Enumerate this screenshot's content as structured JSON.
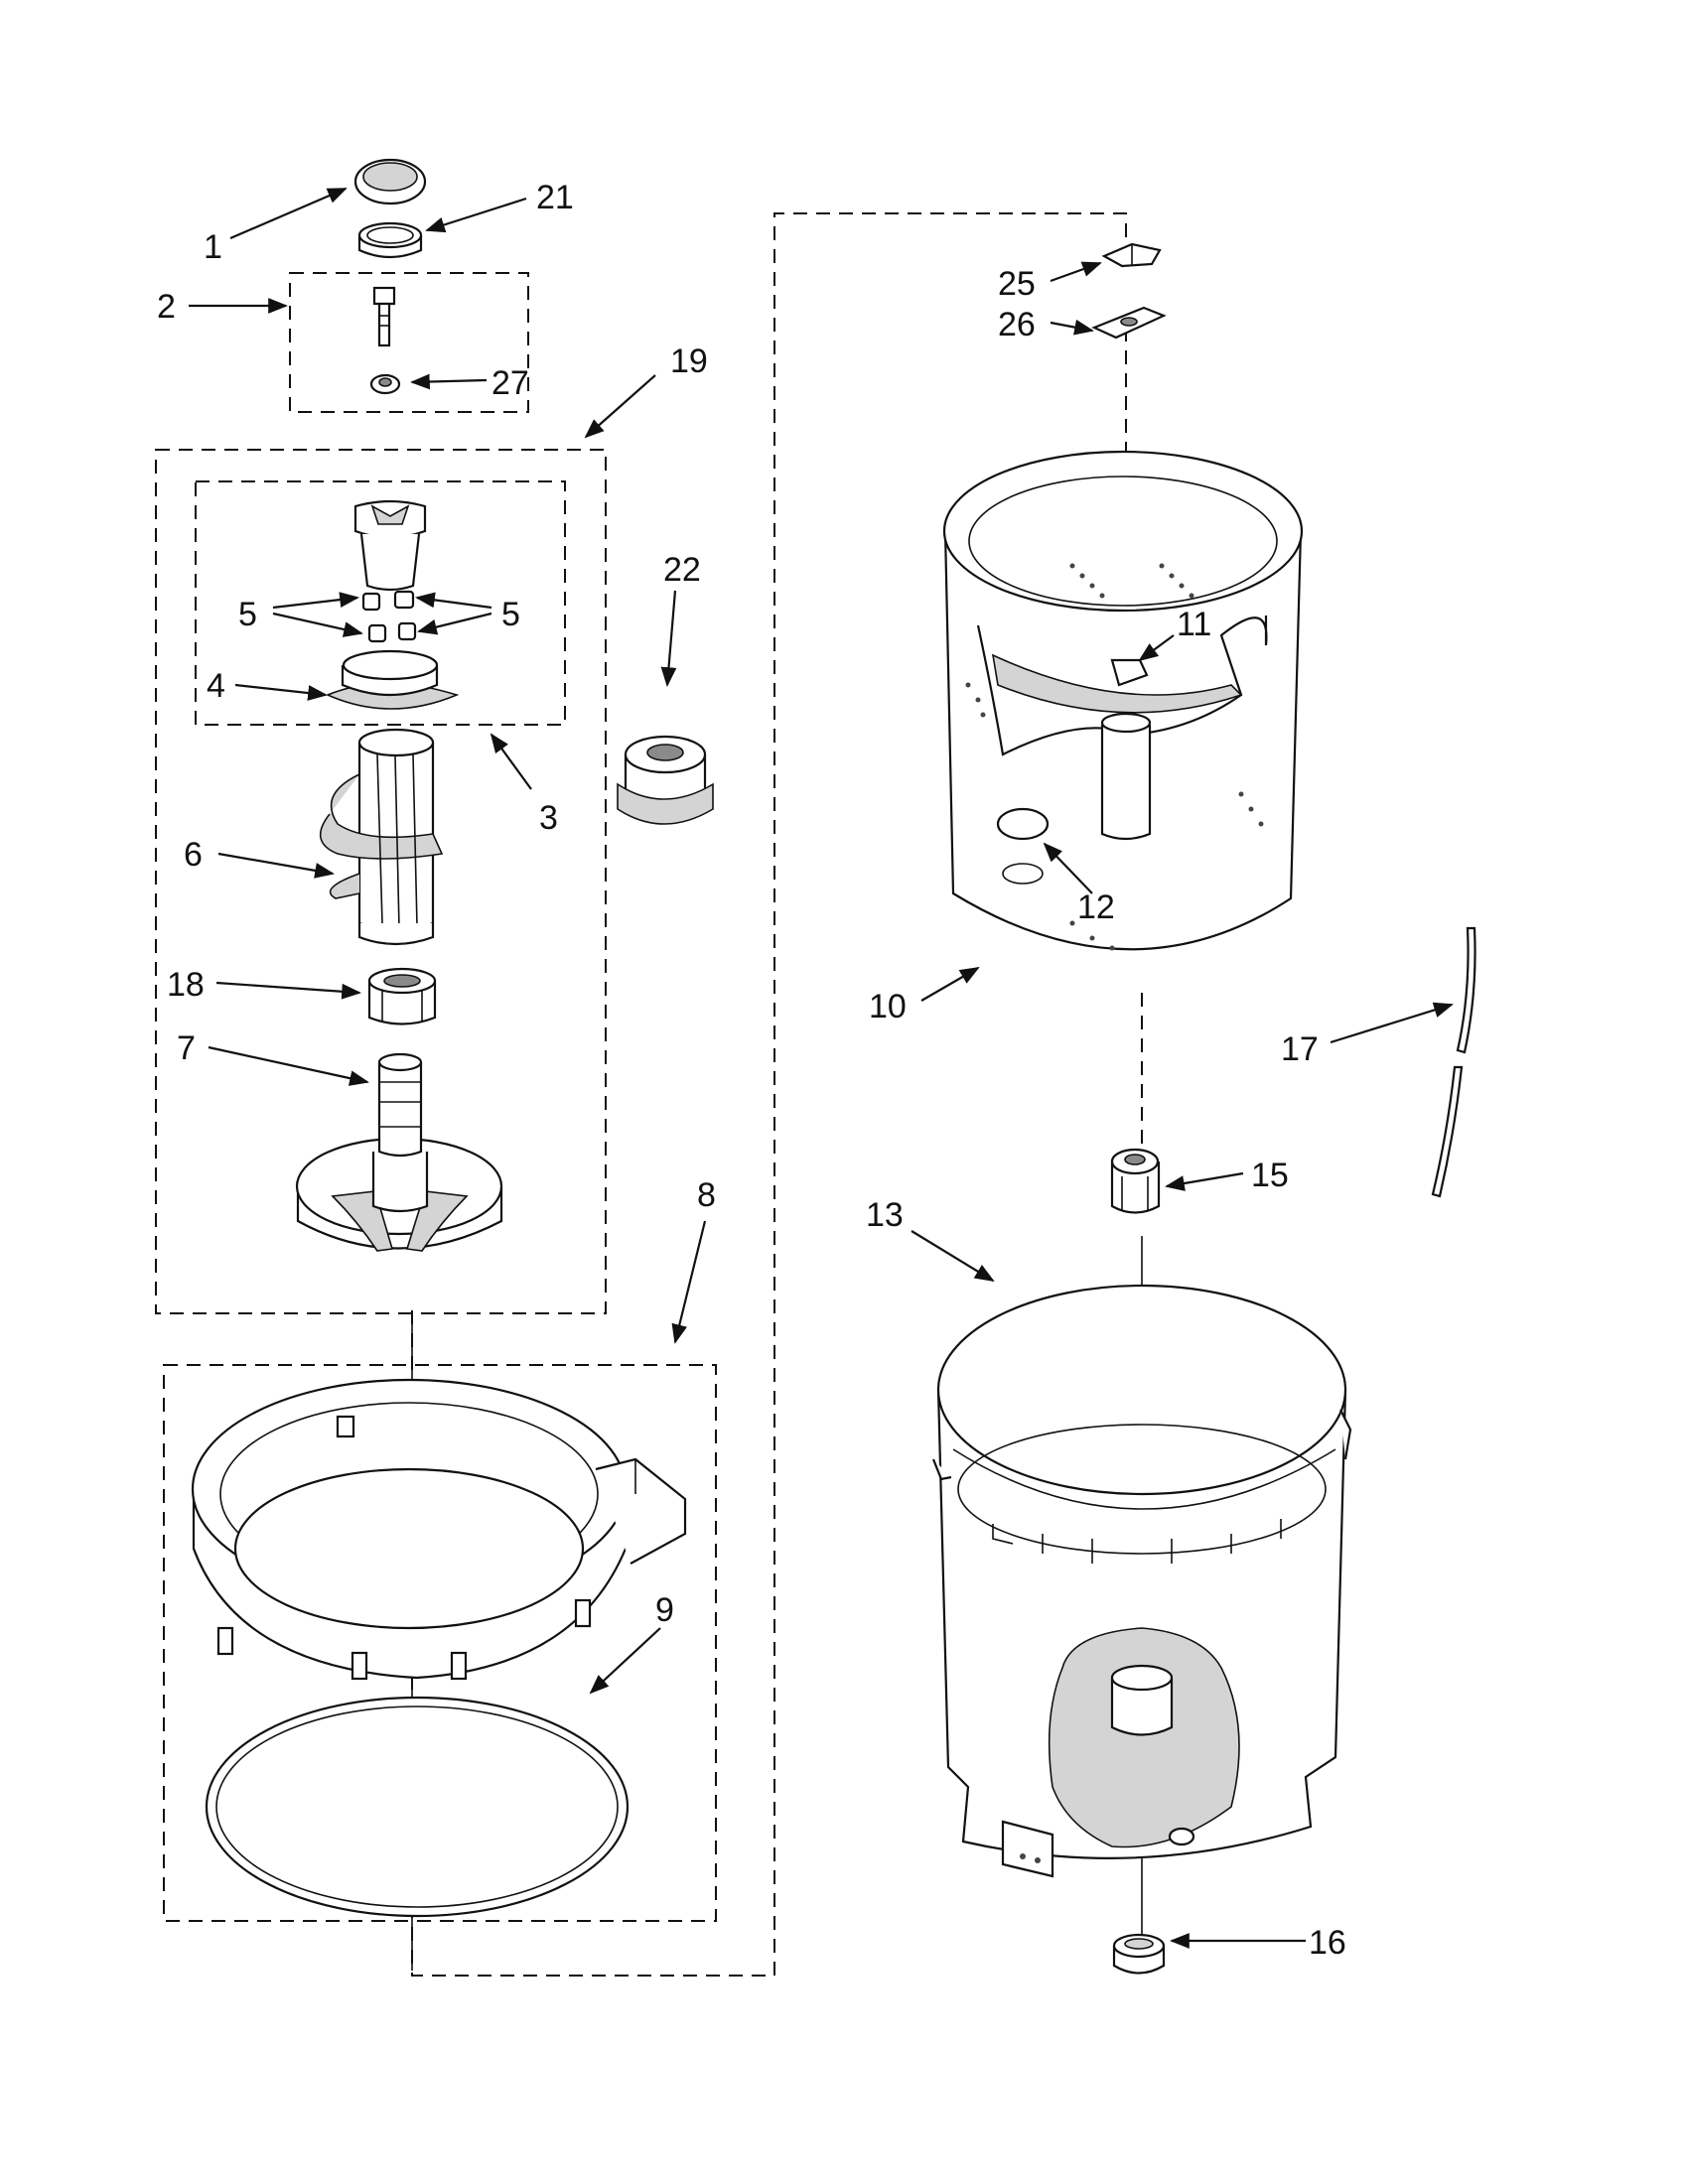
{
  "callouts": {
    "c1": "1",
    "c2": "2",
    "c3": "3",
    "c4": "4",
    "c5a": "5",
    "c5b": "5",
    "c6": "6",
    "c7": "7",
    "c8": "8",
    "c9": "9",
    "c10": "10",
    "c11": "11",
    "c12": "12",
    "c13": "13",
    "c15": "15",
    "c16": "16",
    "c17": "17",
    "c18": "18",
    "c19": "19",
    "c21": "21",
    "c22": "22",
    "c25": "25",
    "c26": "26",
    "c27": "27"
  },
  "colors": {
    "line": "#111111",
    "shade": "#d4d4d4",
    "background": "#ffffff"
  }
}
